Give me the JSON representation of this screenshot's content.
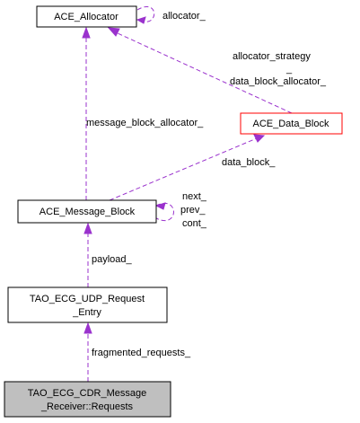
{
  "nodes": {
    "ace_allocator": {
      "label": "ACE_Allocator"
    },
    "ace_data_block": {
      "label": "ACE_Data_Block"
    },
    "ace_message_block": {
      "label": "ACE_Message_Block"
    },
    "udp_request_entry": {
      "line1": "TAO_ECG_UDP_Request",
      "line2": "_Entry"
    },
    "cdr_requests": {
      "line1": "TAO_ECG_CDR_Message",
      "line2": "_Receiver::Requests"
    }
  },
  "edges": {
    "allocator_self": {
      "label": "allocator_"
    },
    "allocator_strategy": {
      "line1": "allocator_strategy",
      "line2": "_",
      "line3": "data_block_allocator_"
    },
    "message_block_allocator": {
      "label": "message_block_allocator_"
    },
    "data_block": {
      "label": "data_block_"
    },
    "message_block_self": {
      "line1": "next_",
      "line2": "prev_",
      "line3": "cont_"
    },
    "payload": {
      "label": "payload_"
    },
    "fragmented_requests": {
      "label": "fragmented_requests_"
    }
  },
  "colors": {
    "edge": "#9a32cd",
    "node_border": "#000000",
    "highlight_border": "#ff0000",
    "focus_fill": "#bfbfbf",
    "node_fill": "#ffffff"
  }
}
